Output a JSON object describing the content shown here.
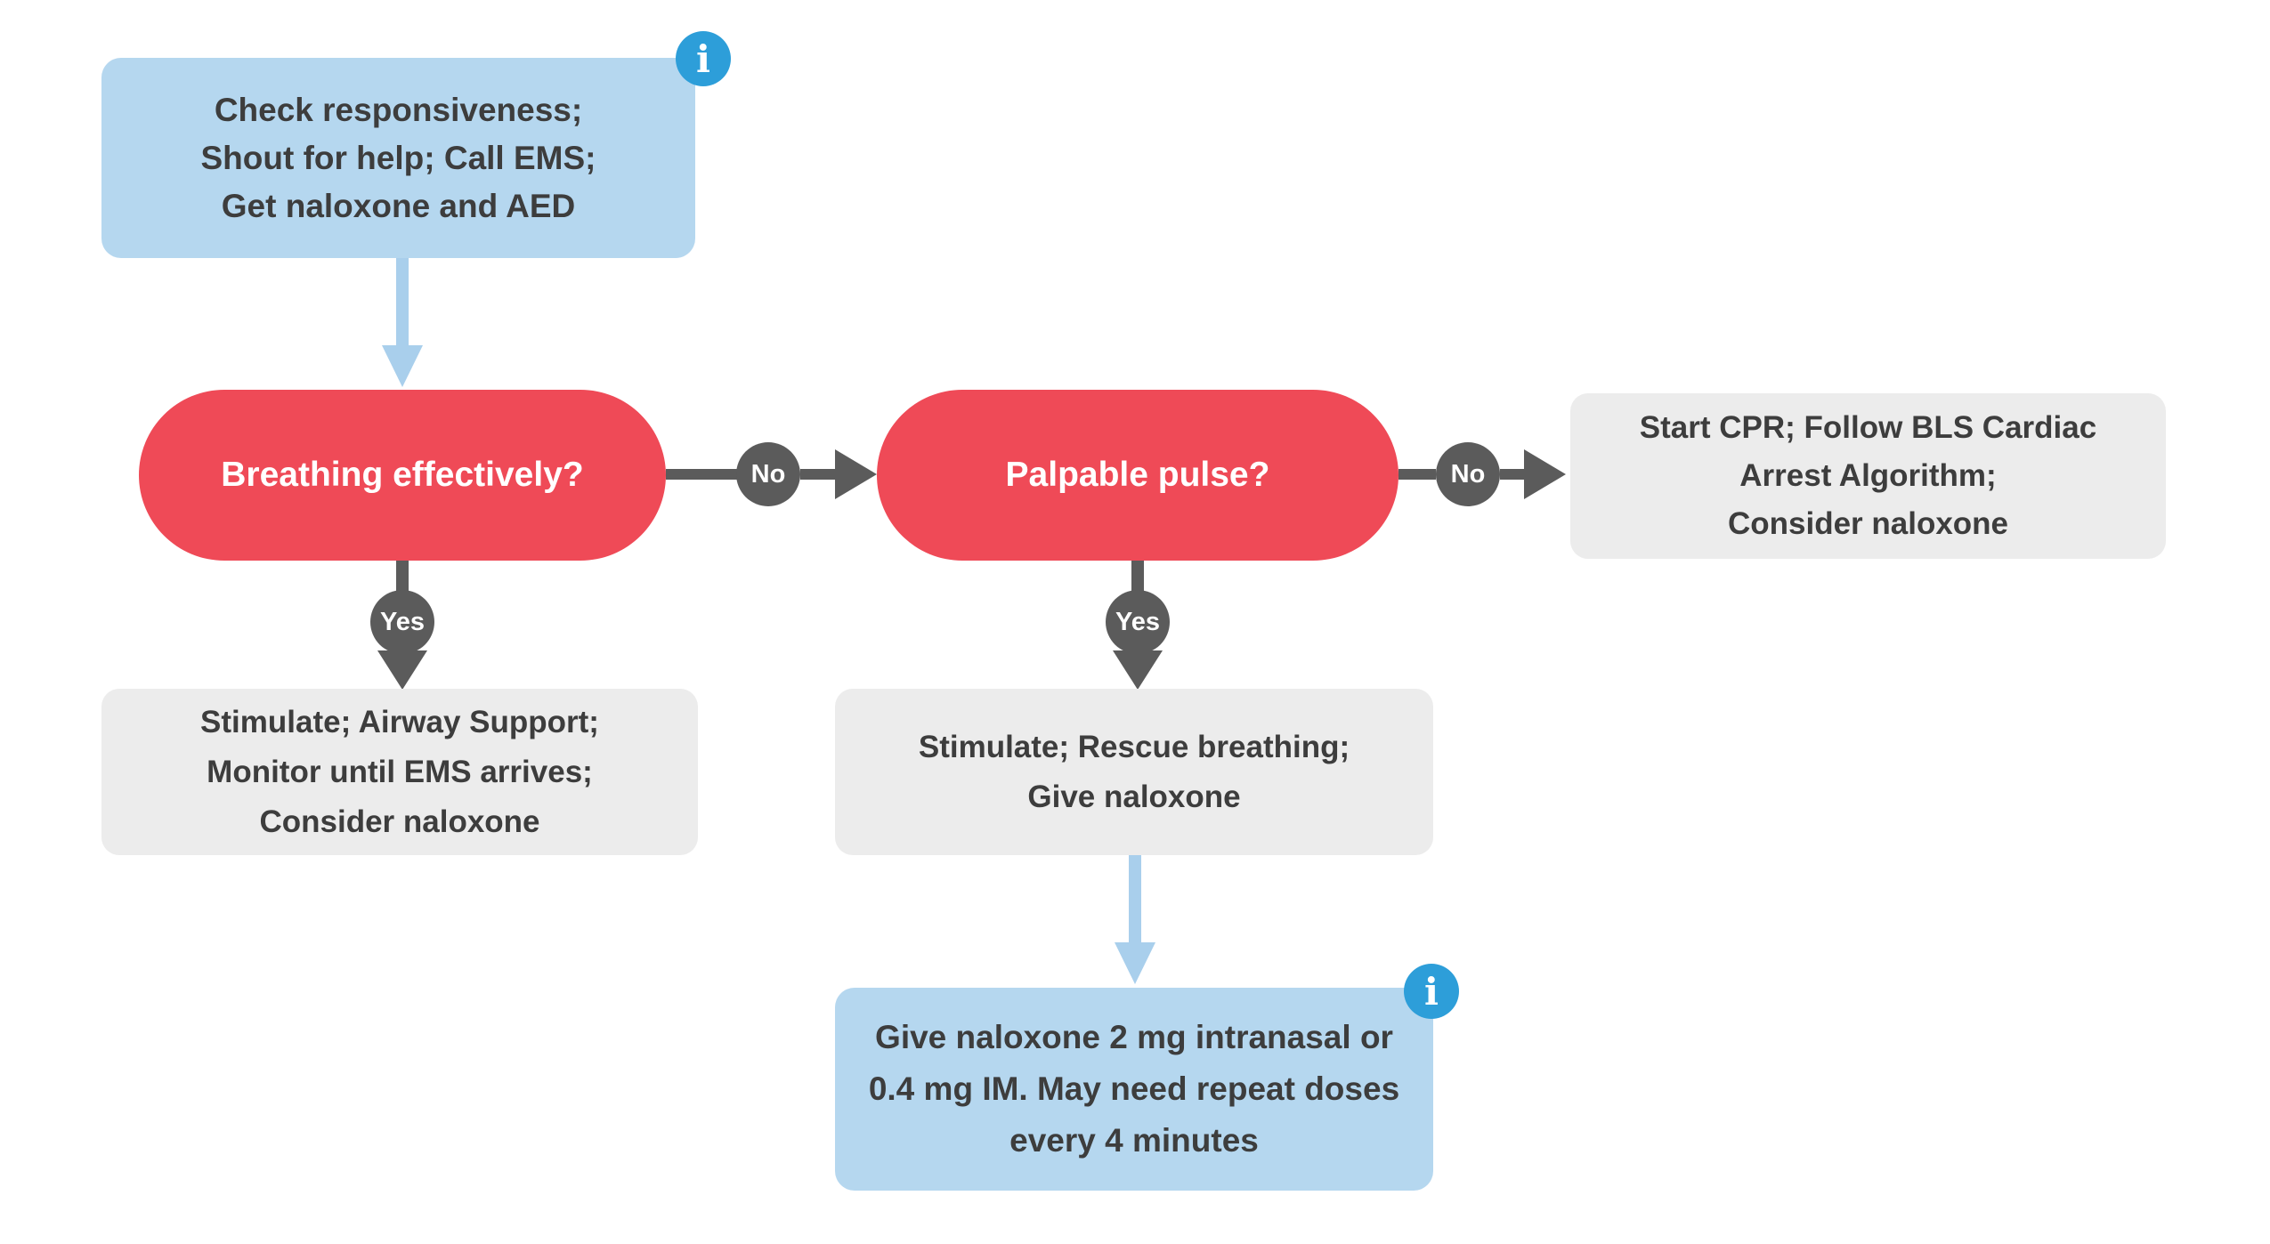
{
  "diagram": {
    "type": "flowchart",
    "background": "#ffffff",
    "colors": {
      "action_box_blue": "#b5d7ef",
      "arrow_blue": "#a9cfec",
      "decision_red": "#ef4a57",
      "outcome_box_gray": "#ececec",
      "connector_gray": "#5b5b5b",
      "text_dark": "#3d3d3d",
      "text_white": "#ffffff",
      "info_icon_blue": "#2d9ed9"
    },
    "nodes": {
      "start": {
        "lines": [
          "Check responsiveness;",
          "Shout for help; Call EMS;",
          "Get naloxone and AED"
        ],
        "has_info_icon": true
      },
      "breathing_decision": {
        "label": "Breathing effectively?"
      },
      "pulse_decision": {
        "label": "Palpable pulse?"
      },
      "cpr_outcome": {
        "lines": [
          "Start CPR; Follow BLS Cardiac",
          "Arrest Algorithm;",
          "Consider naloxone"
        ]
      },
      "stimulate_airway_outcome": {
        "lines": [
          "Stimulate; Airway Support;",
          "Monitor until EMS arrives;",
          "Consider naloxone"
        ]
      },
      "stimulate_rescue_outcome": {
        "lines": [
          "Stimulate; Rescue breathing;",
          "Give naloxone"
        ]
      },
      "naloxone_dose": {
        "lines": [
          "Give naloxone 2 mg intranasal or",
          "0.4 mg IM. May need repeat doses",
          "every 4 minutes"
        ],
        "has_info_icon": true
      }
    },
    "edges": {
      "breathing_no_label": "No",
      "breathing_yes_label": "Yes",
      "pulse_no_label": "No",
      "pulse_yes_label": "Yes"
    },
    "info_icon": {
      "glyph": "i"
    }
  }
}
